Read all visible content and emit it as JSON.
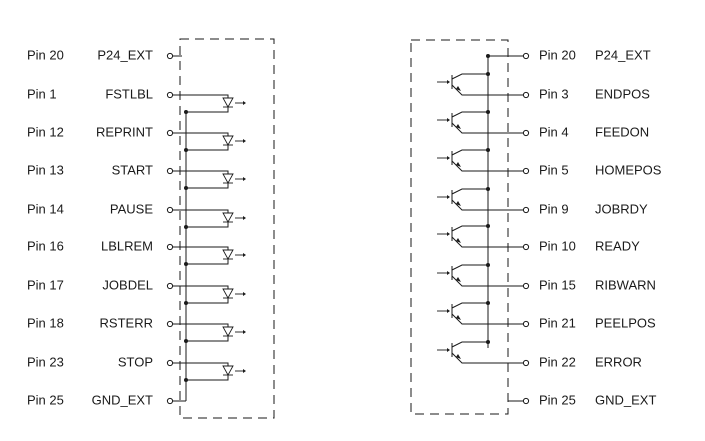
{
  "input_connector": {
    "pins": [
      {
        "pin": "Pin 20",
        "signal": "P24_EXT"
      },
      {
        "pin": "Pin 1",
        "signal": "FSTLBL"
      },
      {
        "pin": "Pin 12",
        "signal": "REPRINT"
      },
      {
        "pin": "Pin 13",
        "signal": "START"
      },
      {
        "pin": "Pin 14",
        "signal": "PAUSE"
      },
      {
        "pin": "Pin 16",
        "signal": "LBLREM"
      },
      {
        "pin": "Pin 17",
        "signal": "JOBDEL"
      },
      {
        "pin": "Pin 18",
        "signal": "RSTERR"
      },
      {
        "pin": "Pin 23",
        "signal": "STOP"
      },
      {
        "pin": "Pin 25",
        "signal": "GND_EXT"
      }
    ]
  },
  "output_connector": {
    "pins": [
      {
        "pin": "Pin 20",
        "signal": "P24_EXT"
      },
      {
        "pin": "Pin 3",
        "signal": "ENDPOS"
      },
      {
        "pin": "Pin 4",
        "signal": "FEEDON"
      },
      {
        "pin": "Pin 5",
        "signal": "HOMEPOS"
      },
      {
        "pin": "Pin 9",
        "signal": "JOBRDY"
      },
      {
        "pin": "Pin 10",
        "signal": "READY"
      },
      {
        "pin": "Pin 15",
        "signal": "RIBWARN"
      },
      {
        "pin": "Pin 21",
        "signal": "PEELPOS"
      },
      {
        "pin": "Pin 22",
        "signal": "ERROR"
      },
      {
        "pin": "Pin 25",
        "signal": "GND_EXT"
      }
    ]
  }
}
